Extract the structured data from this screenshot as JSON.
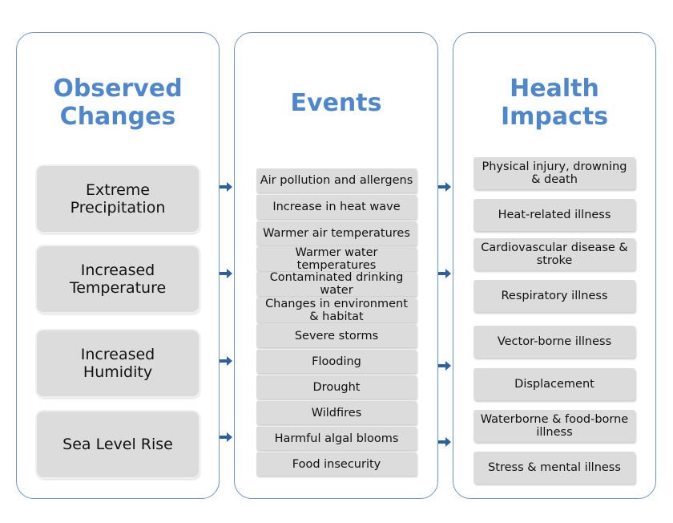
{
  "columns": {
    "observed": {
      "title": "Observed\nChanges",
      "items": [
        "Extreme\nPrecipitation",
        "Increased\nTemperature",
        "Increased\nHumidity",
        "Sea Level Rise"
      ]
    },
    "events": {
      "title": "Events",
      "items": [
        "Air pollution and allergens",
        "Increase in heat wave",
        "Warmer air temperatures",
        "Warmer water temperatures",
        "Contaminated drinking water",
        "Changes in environment & habitat",
        "Severe storms",
        "Flooding",
        "Drought",
        "Wildfires",
        "Harmful algal blooms",
        "Food insecurity"
      ]
    },
    "health": {
      "title": "Health\nImpacts",
      "items": [
        "Physical injury, drowning & death",
        "Heat-related illness",
        "Cardiovascular disease & stroke",
        "Respiratory illness",
        "Vector-borne illness",
        "Displacement",
        "Waterborne & food-borne illness",
        "Stress & mental illness"
      ]
    }
  },
  "arrow_color": "#2e5f9e"
}
